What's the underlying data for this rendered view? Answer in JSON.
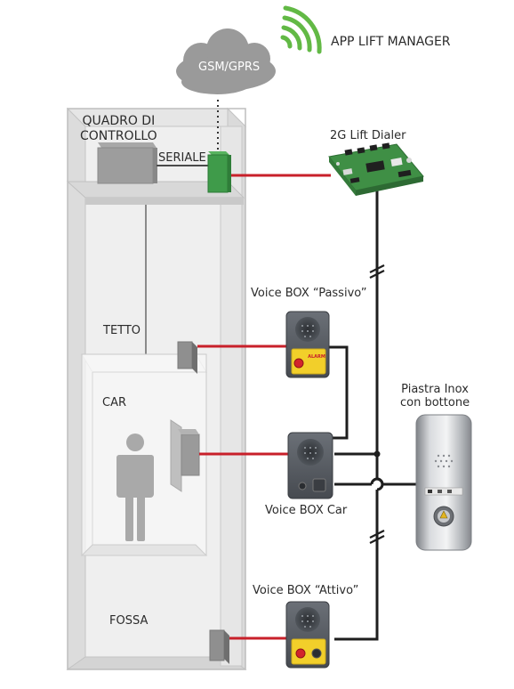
{
  "labels": {
    "app": "APP LIFT MANAGER",
    "cloud": "GSM/GPRS",
    "quadro": "QUADRO DI\nCONTROLLO",
    "seriale": "SERIALE",
    "dialer": "2G Lift Dialer",
    "tetto": "TETTO",
    "car": "CAR",
    "fossa": "FOSSA",
    "vb_passivo": "Voice BOX “Passivo”",
    "vb_car": "Voice BOX Car",
    "vb_attivo": "Voice BOX “Attivo”",
    "piastra": "Piastra Inox\ncon bottone",
    "alarm_text": "ALARM"
  },
  "colors": {
    "shaft": "#e3e3e3",
    "shaft_edge": "#bcbcbc",
    "red_wire": "#c8202a",
    "black_wire": "#1e1e1e",
    "wifi": "#62b945",
    "cloud": "#9a9a9a",
    "terminal": "#3f9b4a",
    "yellow": "#f2cf2a",
    "box": "#555a60",
    "figure": "#a9a9a9"
  },
  "icons": [
    "wifi-signal-icon",
    "cloud-icon",
    "dialer-board-icon",
    "voice-box-icon",
    "inox-plate-icon",
    "person-icon"
  ]
}
